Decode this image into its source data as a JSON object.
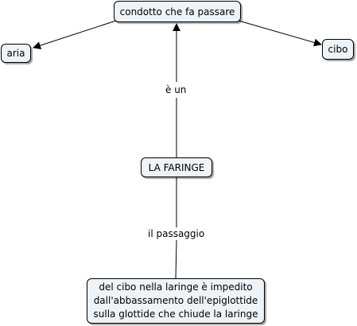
{
  "concept_map": {
    "nodes": {
      "center": "LA FARINGE",
      "top": "condotto che fa passare",
      "left": "aria",
      "right": "cibo",
      "bottom": "del cibo nella laringe è impedito\ndall'abbassamento dell'epiglottide\nsulla glottide che chiude la laringe"
    },
    "link_labels": {
      "up": "è un",
      "down": "il passaggio"
    },
    "colors": {
      "node_fill": "#edf3f6",
      "node_border": "#000000",
      "line": "#000000"
    }
  }
}
